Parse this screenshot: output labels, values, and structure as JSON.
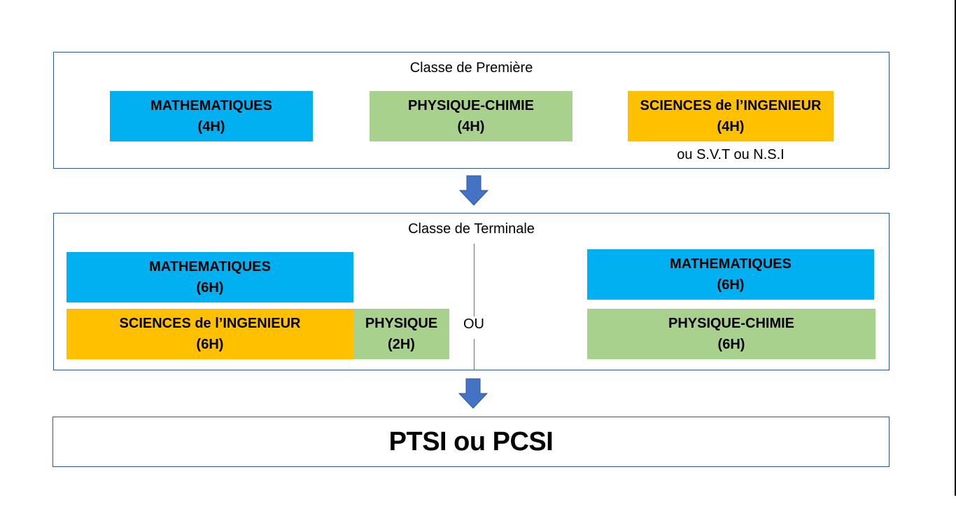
{
  "colors": {
    "frame_border": "#2F5597",
    "arrow": "#4472C4",
    "mathematiques": "#00B0F0",
    "physique": "#A9D18E",
    "sciences_ingenieur": "#FFC000"
  },
  "premiere": {
    "title": "Classe de Première",
    "boxes": [
      {
        "subject": "MATHEMATIQUES",
        "hours": "(4H)",
        "color": "#00B0F0"
      },
      {
        "subject": "PHYSIQUE-CHIMIE",
        "hours": "(4H)",
        "color": "#A9D18E"
      },
      {
        "subject": "SCIENCES de l’INGENIEUR",
        "hours": "(4H)",
        "color": "#FFC000"
      }
    ],
    "alternative_note": "ou S.V.T ou N.S.I"
  },
  "arrows": [
    {
      "icon": "down-arrow-icon"
    },
    {
      "icon": "down-arrow-icon"
    }
  ],
  "terminale": {
    "title": "Classe de Terminale",
    "separator_label": "OU",
    "left_option": [
      {
        "subject": "MATHEMATIQUES",
        "hours": "(6H)",
        "color": "#00B0F0"
      },
      {
        "subject": "SCIENCES de l’INGENIEUR",
        "hours": "(6H)",
        "color": "#FFC000"
      },
      {
        "subject": "PHYSIQUE",
        "hours": "(2H)",
        "color": "#A9D18E"
      }
    ],
    "right_option": [
      {
        "subject": "MATHEMATIQUES",
        "hours": "(6H)",
        "color": "#00B0F0"
      },
      {
        "subject": "PHYSIQUE-CHIMIE",
        "hours": "(6H)",
        "color": "#A9D18E"
      }
    ]
  },
  "result": {
    "label": "PTSI ou PCSI"
  }
}
